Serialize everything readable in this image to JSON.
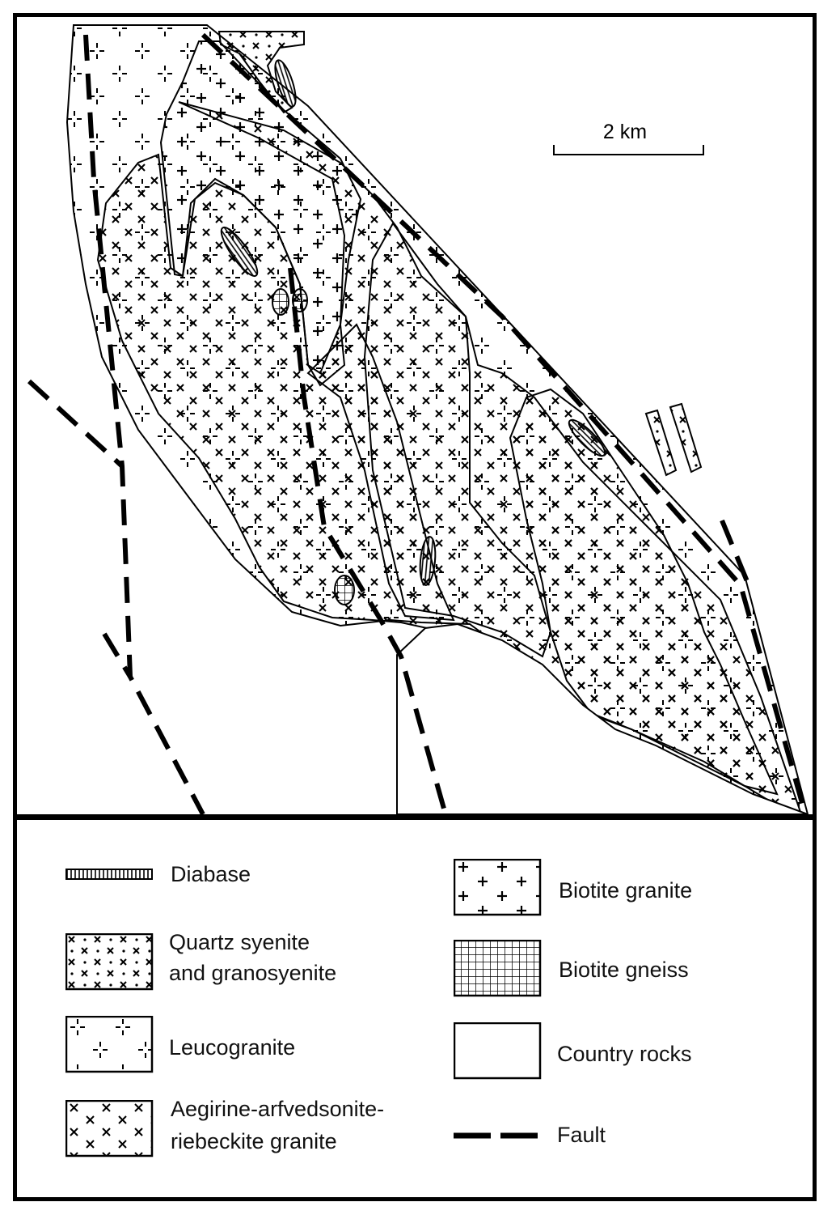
{
  "map": {
    "scale_bar": {
      "label": "2 km"
    }
  },
  "legend": {
    "items": [
      {
        "id": "diabase",
        "label": "Diabase",
        "pattern": "diabase-icon"
      },
      {
        "id": "quartz-syenite",
        "label_line1": "Quartz syenite",
        "label_line2": "and granosyenite",
        "pattern": "cross-dot-icon"
      },
      {
        "id": "leucogranite",
        "label": "Leucogranite",
        "pattern": "dashed-cross-icon"
      },
      {
        "id": "aegirine",
        "label_line1": "Aegirine-arfvedsonite-",
        "label_line2": "riebeckite granite",
        "pattern": "x-pattern-icon"
      },
      {
        "id": "biotite-granite",
        "label": "Biotite granite",
        "pattern": "plus-pattern-icon"
      },
      {
        "id": "biotite-gneiss",
        "label": "Biotite gneiss",
        "pattern": "grid-pattern-icon"
      },
      {
        "id": "country-rocks",
        "label": "Country rocks",
        "pattern": "blank-icon"
      },
      {
        "id": "fault",
        "label": "Fault",
        "pattern": "dashed-line-icon"
      }
    ]
  },
  "colors": {
    "ink": "#000000",
    "paper": "#ffffff"
  }
}
